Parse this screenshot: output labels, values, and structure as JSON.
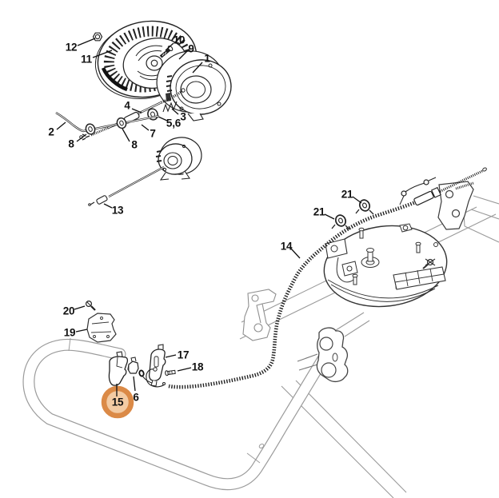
{
  "diagram": {
    "type": "exploded-parts-diagram",
    "background_color": "#ffffff",
    "line_color": "#222222",
    "frame_line_color": "#9a9a9a",
    "highlight": {
      "part_number": "15",
      "ring_color": "#DB8A47",
      "fill_color": "#F3CBA3"
    },
    "labels": {
      "l1": {
        "text": "1"
      },
      "l2": {
        "text": "2"
      },
      "l3": {
        "text": "3"
      },
      "l4": {
        "text": "4"
      },
      "l56": {
        "text": "5,6"
      },
      "l6": {
        "text": "6"
      },
      "l7": {
        "text": "7"
      },
      "l8a": {
        "text": "8"
      },
      "l8b": {
        "text": "8"
      },
      "l9": {
        "text": "9"
      },
      "l10": {
        "text": "10"
      },
      "l11": {
        "text": "11"
      },
      "l12": {
        "text": "12"
      },
      "l13": {
        "text": "13"
      },
      "l14": {
        "text": "14"
      },
      "l15": {
        "text": "15"
      },
      "l17": {
        "text": "17"
      },
      "l18": {
        "text": "18"
      },
      "l19": {
        "text": "19"
      },
      "l20": {
        "text": "20"
      },
      "l21a": {
        "text": "21"
      },
      "l21b": {
        "text": "21"
      }
    },
    "part_numbers_visible": [
      "1",
      "2",
      "3",
      "4",
      "5,6",
      "6",
      "7",
      "8",
      "9",
      "10",
      "11",
      "12",
      "13",
      "14",
      "15",
      "17",
      "18",
      "19",
      "20",
      "21"
    ]
  }
}
